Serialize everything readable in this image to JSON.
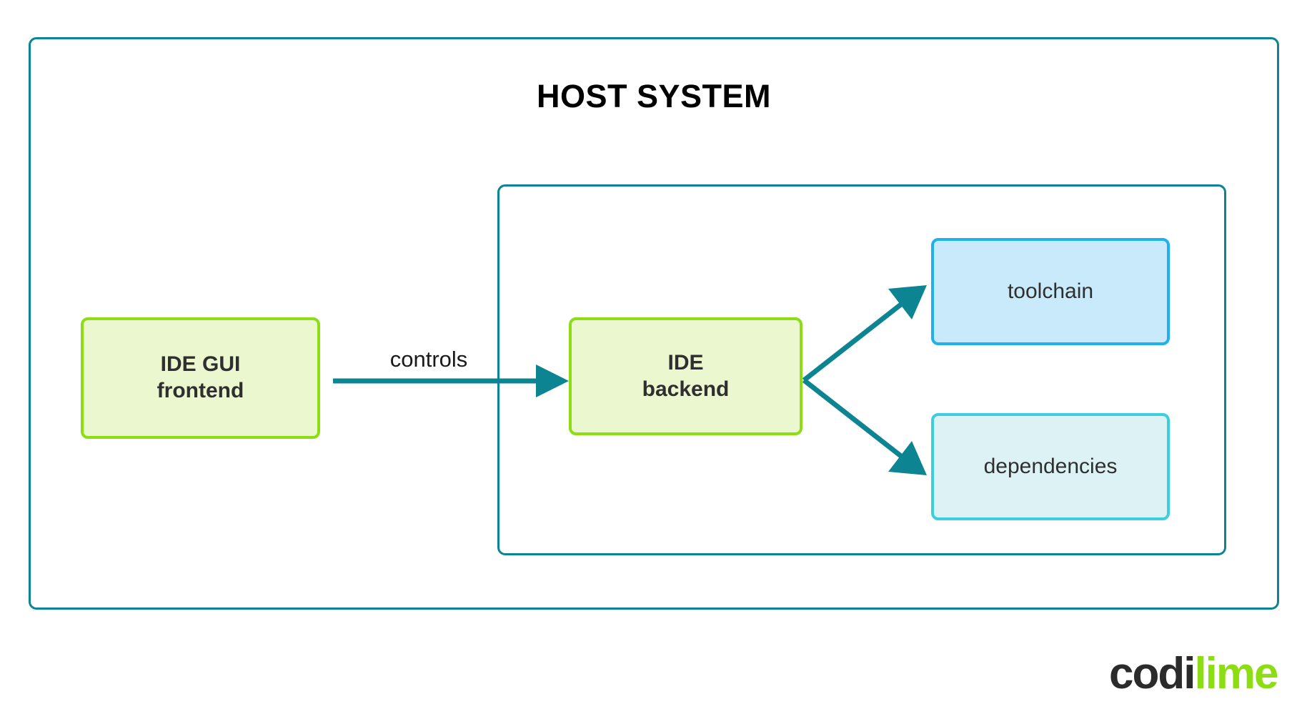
{
  "diagram": {
    "type": "architecture-flow-diagram",
    "title": "HOST SYSTEM",
    "containers": [
      {
        "id": "host-system",
        "label": "HOST SYSTEM",
        "border_color": "#0d8492"
      },
      {
        "id": "remote-host",
        "label": "",
        "border_color": "#0d8492"
      }
    ],
    "nodes": [
      {
        "id": "ide-gui-frontend",
        "line1": "IDE GUI",
        "line2": "frontend",
        "fill": "#eaf7cf",
        "border": "#8ddd14",
        "text_color": "#2f2f2f"
      },
      {
        "id": "ide-backend",
        "line1": "IDE",
        "line2": "backend",
        "fill": "#eaf7cf",
        "border": "#8ddd14",
        "text_color": "#2f2f2f"
      },
      {
        "id": "toolchain",
        "line1": "toolchain",
        "line2": "",
        "fill": "#c8eafa",
        "border": "#1fb0ee",
        "text_color": "#2f2f2f"
      },
      {
        "id": "dependencies",
        "line1": "dependencies",
        "line2": "",
        "fill": "#ddf2f5",
        "border": "#3bcfdd",
        "text_color": "#2f2f2f"
      }
    ],
    "edges": [
      {
        "id": "frontend-to-backend",
        "label": "controls",
        "from": "ide-gui-frontend",
        "to": "ide-backend",
        "color": "#0d8492"
      },
      {
        "id": "backend-to-toolchain",
        "label": "",
        "from": "ide-backend",
        "to": "toolchain",
        "color": "#0d8492"
      },
      {
        "id": "backend-to-dependencies",
        "label": "",
        "from": "ide-backend",
        "to": "dependencies",
        "color": "#0d8492"
      }
    ]
  },
  "logo": {
    "part_dark": "codi",
    "part_green": "lime",
    "dark_color": "#2b2b2b",
    "green_color": "#8ddd14"
  }
}
